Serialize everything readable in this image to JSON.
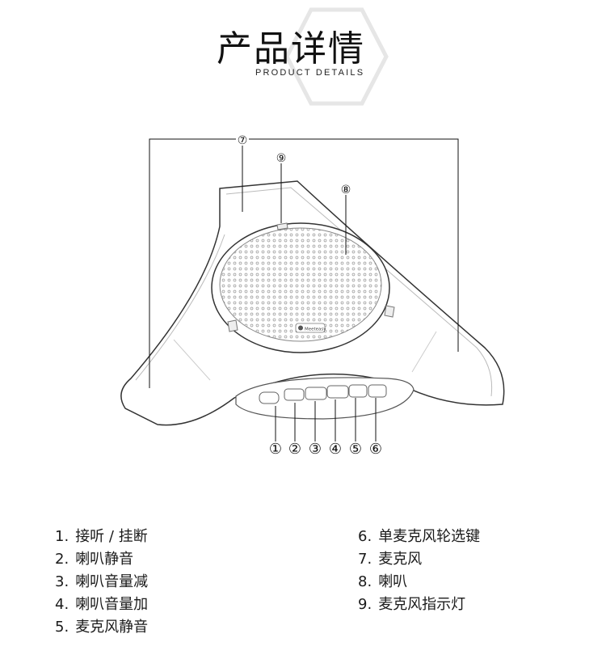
{
  "header": {
    "title": "产品详情",
    "subtitle": "PRODUCT DETAILS"
  },
  "diagram": {
    "brand_logo_text": "Meeteasy",
    "callouts": [
      "①",
      "②",
      "③",
      "④",
      "⑤",
      "⑥",
      "⑦",
      "⑧",
      "⑨"
    ]
  },
  "parts_list": {
    "left": [
      {
        "num": "1.",
        "label": "接听 / 挂断"
      },
      {
        "num": "2.",
        "label": "喇叭静音"
      },
      {
        "num": "3.",
        "label": "喇叭音量减"
      },
      {
        "num": "4.",
        "label": "喇叭音量加"
      },
      {
        "num": "5.",
        "label": "麦克风静音"
      }
    ],
    "right": [
      {
        "num": "6.",
        "label": "单麦克风轮选键"
      },
      {
        "num": "7.",
        "label": "麦克风"
      },
      {
        "num": "8.",
        "label": "喇叭"
      },
      {
        "num": "9.",
        "label": "麦克风指示灯"
      }
    ]
  }
}
